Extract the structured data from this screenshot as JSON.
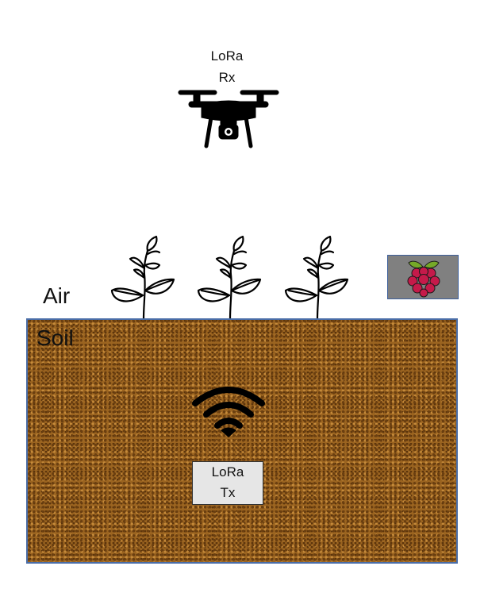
{
  "receiver": {
    "line1": "LoRa",
    "line2": "Rx"
  },
  "transmitter": {
    "line1": "LoRa",
    "line2": "Tx"
  },
  "labels": {
    "air": "Air",
    "soil": "Soil"
  },
  "colors": {
    "soil": "#9b6420",
    "soil_border": "#4a6da7",
    "tx_box": "#e6e6e6",
    "rpi_box": "#808080",
    "raspberry": "#c51a4a",
    "leaf": "#75a928"
  },
  "icons": {
    "drone": "drone-icon",
    "plant": "plant-icon",
    "wifi": "wifi-icon",
    "raspberry_pi": "raspberry-pi-icon"
  }
}
